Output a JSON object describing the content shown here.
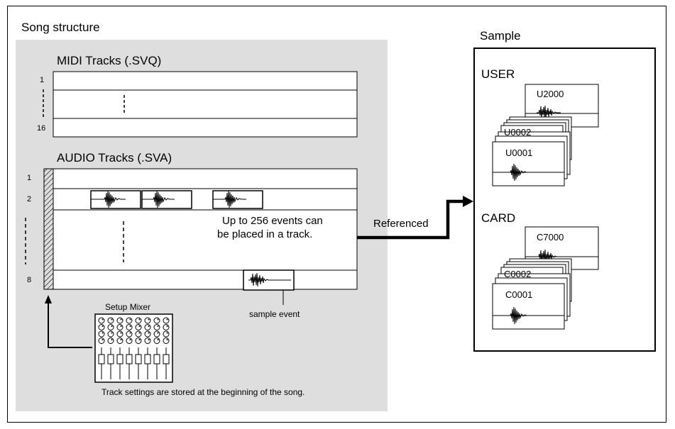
{
  "song": {
    "title": "Song structure",
    "midi": {
      "title": "MIDI Tracks (.SVQ)",
      "first": "1",
      "last": "16"
    },
    "audio": {
      "title": "AUDIO Tracks (.SVA)",
      "track_numbers": [
        "1",
        "2",
        "8"
      ],
      "events_note": [
        "Up to 256 events can",
        "be placed in a track."
      ],
      "sample_event_label": "sample event"
    },
    "mixer": {
      "title": "Setup Mixer",
      "caption": "Track settings are stored at the beginning of the song."
    },
    "referenced_label": "Referenced"
  },
  "sample": {
    "title": "Sample",
    "user": {
      "title": "USER",
      "cards": [
        "U2000",
        "U0002",
        "U0001"
      ]
    },
    "card": {
      "title": "CARD",
      "cards": [
        "C7000",
        "C0002",
        "C0001"
      ]
    }
  }
}
